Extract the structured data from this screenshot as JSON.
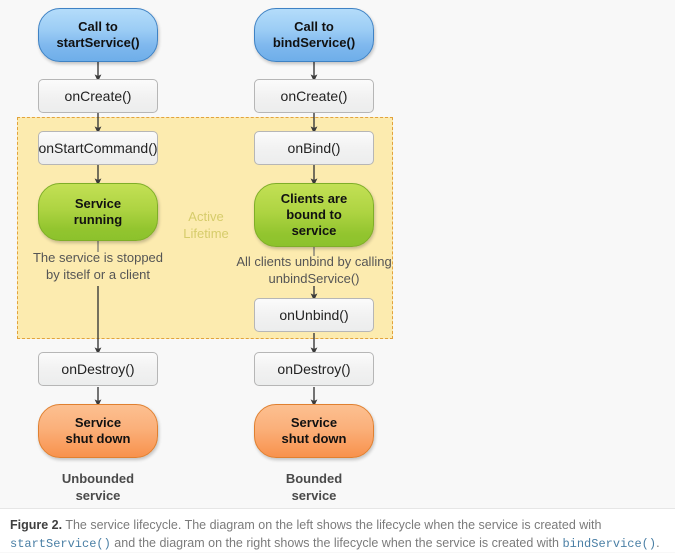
{
  "figure": {
    "background_color": "#f8f8f8",
    "active_region": {
      "label_line1": "Active",
      "label_line2": "Lifetime",
      "fill_color": "#fcebaf",
      "border_color": "#e2a33c",
      "label_color": "#d6cc6b"
    },
    "columns": [
      {
        "id": "unbounded",
        "footer_line1": "Unbounded",
        "footer_line2": "service",
        "nodes": [
          {
            "id": "start-service",
            "type": "pill-blue",
            "line1": "Call to",
            "line2": "startService()"
          },
          {
            "id": "on-create",
            "type": "box-method",
            "line1": "onCreate()"
          },
          {
            "id": "on-start-command",
            "type": "box-method",
            "line1": "onStartCommand()"
          },
          {
            "id": "service-running",
            "type": "pill-green",
            "line1": "Service",
            "line2": "running"
          },
          {
            "id": "stop-note",
            "type": "note",
            "line1": "The service is stopped",
            "line2": "by itself or a client"
          },
          {
            "id": "on-destroy",
            "type": "box-method",
            "line1": "onDestroy()"
          },
          {
            "id": "service-shut-down",
            "type": "pill-orange",
            "line1": "Service",
            "line2": "shut down"
          }
        ]
      },
      {
        "id": "bounded",
        "footer_line1": "Bounded",
        "footer_line2": "service",
        "nodes": [
          {
            "id": "bind-service",
            "type": "pill-blue",
            "line1": "Call to",
            "line2": "bindService()"
          },
          {
            "id": "on-create",
            "type": "box-method",
            "line1": "onCreate()"
          },
          {
            "id": "on-bind",
            "type": "box-method",
            "line1": "onBind()"
          },
          {
            "id": "clients-bound",
            "type": "pill-green",
            "line1": "Clients are",
            "line2": "bound to",
            "line3": "service"
          },
          {
            "id": "unbind-note",
            "type": "note",
            "line1": "All clients unbind by calling",
            "line2": "unbindService()"
          },
          {
            "id": "on-unbind",
            "type": "box-method",
            "line1": "onUnbind()"
          },
          {
            "id": "on-destroy",
            "type": "box-method",
            "line1": "onDestroy()"
          },
          {
            "id": "service-shut-down",
            "type": "pill-orange",
            "line1": "Service",
            "line2": "shut down"
          }
        ]
      }
    ]
  },
  "caption": {
    "figure_number": "Figure 2.",
    "text_part1": " The service lifecycle. The diagram on the left shows the lifecycle when the service is created with ",
    "code1": "startService()",
    "text_part2": " and the diagram on the right shows the lifecycle when the service is created with ",
    "code2": "bindService()",
    "text_part3": ".",
    "code_color": "#4a7fa5"
  }
}
